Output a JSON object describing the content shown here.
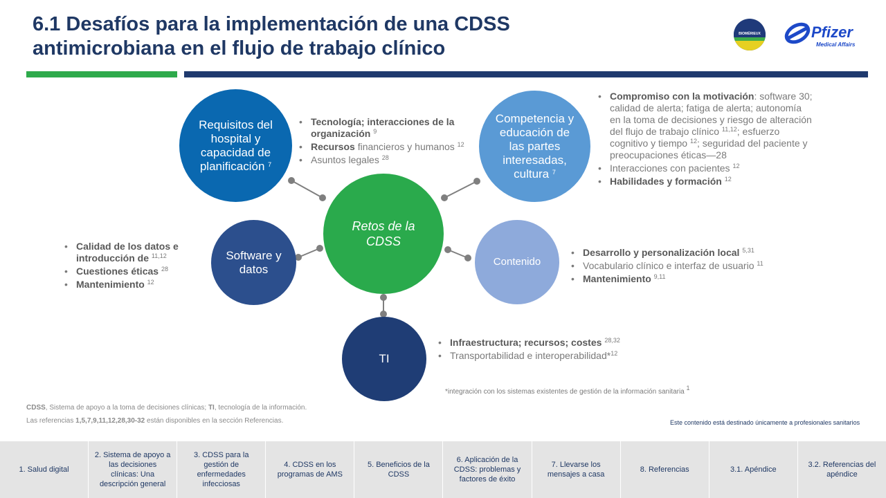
{
  "header": {
    "title": "6.1 Desafíos para la implementación de una CDSS antimicrobiana en el flujo de trabajo clínico",
    "logo_biomerieux": "BIOMÉRIEUX",
    "logo_pfizer": "Pfizer",
    "logo_pfizer_sub": "Medical Affairs"
  },
  "colors": {
    "title": "#1f3864",
    "accent_green": "#2eaa4b",
    "accent_navy": "#1f3a6e",
    "hospital": "#0a68b0",
    "competencia": "#5a9ad5",
    "retos": "#2aaa4c",
    "software": "#2c4f8d",
    "contenido": "#8eaadb",
    "ti": "#1f3d75"
  },
  "diagram": {
    "center": {
      "label": "Retos de la CDSS"
    },
    "hospital": {
      "label": "Requisitos del hospital y capacidad de planificación",
      "sup": "7",
      "items": [
        {
          "bold": "Tecnología; interacciones de la organización",
          "text": "",
          "sup": "9"
        },
        {
          "bold": "Recursos",
          "text": " financieros y humanos",
          "sup": "12"
        },
        {
          "bold": "",
          "text": "Asuntos legales",
          "sup": "28"
        }
      ]
    },
    "competencia": {
      "label": "Competencia y educación de las partes interesadas, cultura",
      "sup": "7",
      "items": [
        {
          "bold": "Compromiso con la motivación",
          "text_a": ": software 30; calidad de alerta; fatiga de alerta; autonomía en la toma de decisiones y riesgo de alteración del flujo de trabajo clínico",
          "sup_a": "11,12",
          "text_b": "; esfuerzo cognitivo y tiempo",
          "sup_b": "12",
          "text_c": "; seguridad del paciente y preocupaciones éticas—28"
        },
        {
          "bold": "",
          "text": "Interacciones con pacientes",
          "sup": "12"
        },
        {
          "bold": "Habilidades y formación",
          "text": "",
          "sup": "12"
        }
      ]
    },
    "software": {
      "label": "Software y datos",
      "items": [
        {
          "bold": "Calidad de los datos e introducción de",
          "text": "",
          "sup": "11,12"
        },
        {
          "bold": "Cuestiones éticas",
          "text": "",
          "sup": "28"
        },
        {
          "bold": "Mantenimiento",
          "text": "",
          "sup": "12"
        }
      ]
    },
    "contenido": {
      "label": "Contenido",
      "items": [
        {
          "bold": "Desarrollo y personalización local",
          "text": "",
          "sup": "5,31"
        },
        {
          "bold": "",
          "text": "Vocabulario clínico e interfaz de usuario",
          "sup": "11"
        },
        {
          "bold": "Mantenimiento",
          "text": "",
          "sup": "9,11"
        }
      ]
    },
    "ti": {
      "label": "TI",
      "items": [
        {
          "bold": "Infraestructura; recursos; costes",
          "text": "",
          "sup": "28,32"
        },
        {
          "bold": "",
          "text": "Transportabilidad e interoperabilidad*",
          "sup": "12"
        }
      ]
    },
    "footnote_star": "*integración con los sistemas existentes de gestión de la información sanitaria",
    "footnote_star_sup": "1"
  },
  "footer": {
    "abbr_bold_1": "CDSS",
    "abbr_text_1": ", Sistema de apoyo a la toma de decisiones clínicas; ",
    "abbr_bold_2": "TI",
    "abbr_text_2": ", tecnología de la información.",
    "refs_text_a": "Las referencias ",
    "refs_bold": "1,5,7,9,11,12,28,30-32",
    "refs_text_b": " están disponibles en la sección Referencias.",
    "hcp_notice": "Este contenido está destinado únicamente a profesionales sanitarios"
  },
  "nav": [
    "1. Salud digital",
    "2. Sistema de apoyo a las decisiones clínicas: Una descripción general",
    "3. CDSS para la gestión de enfermedades infecciosas",
    "4. CDSS en los programas de AMS",
    "5. Beneficios de la CDSS",
    "6. Aplicación de la CDSS: problemas y factores de éxito",
    "7. Llevarse los mensajes a casa",
    "8. Referencias",
    "3.1. Apéndice",
    "3.2. Referencias del apéndice"
  ]
}
